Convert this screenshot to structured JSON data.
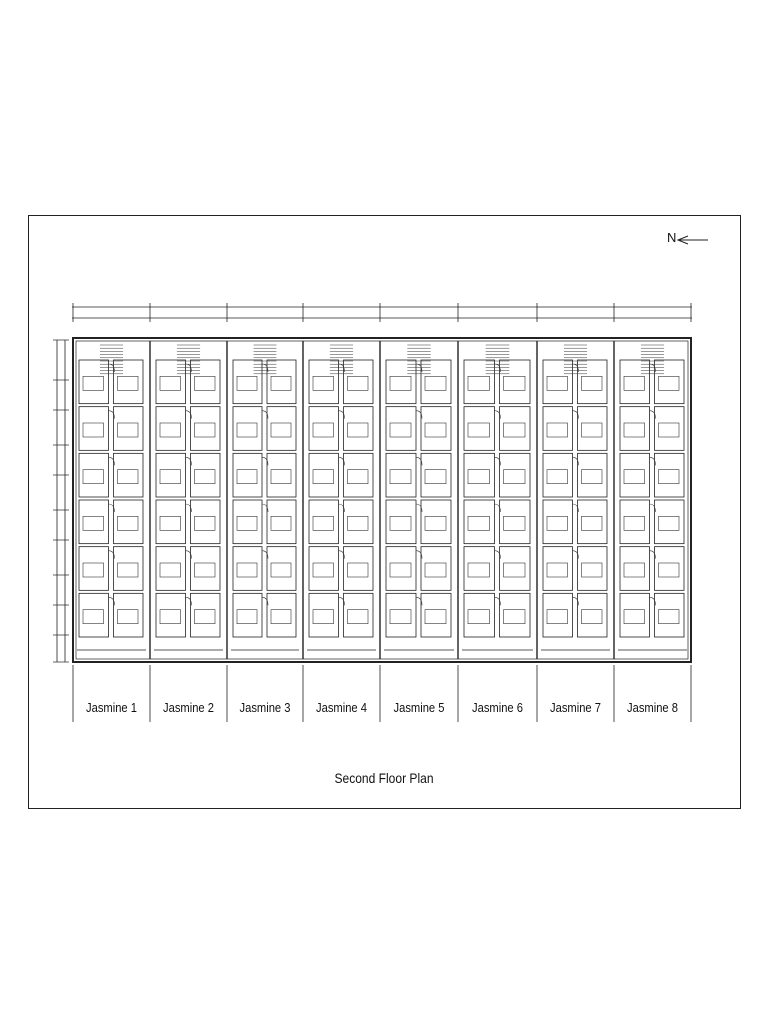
{
  "drawing": {
    "title": "Second Floor Plan",
    "north_label": "N",
    "units": [
      {
        "label": "Jasmine 1"
      },
      {
        "label": "Jasmine 2"
      },
      {
        "label": "Jasmine 3"
      },
      {
        "label": "Jasmine 4"
      },
      {
        "label": "Jasmine 5"
      },
      {
        "label": "Jasmine 6"
      },
      {
        "label": "Jasmine 7"
      },
      {
        "label": "Jasmine 8"
      }
    ]
  }
}
